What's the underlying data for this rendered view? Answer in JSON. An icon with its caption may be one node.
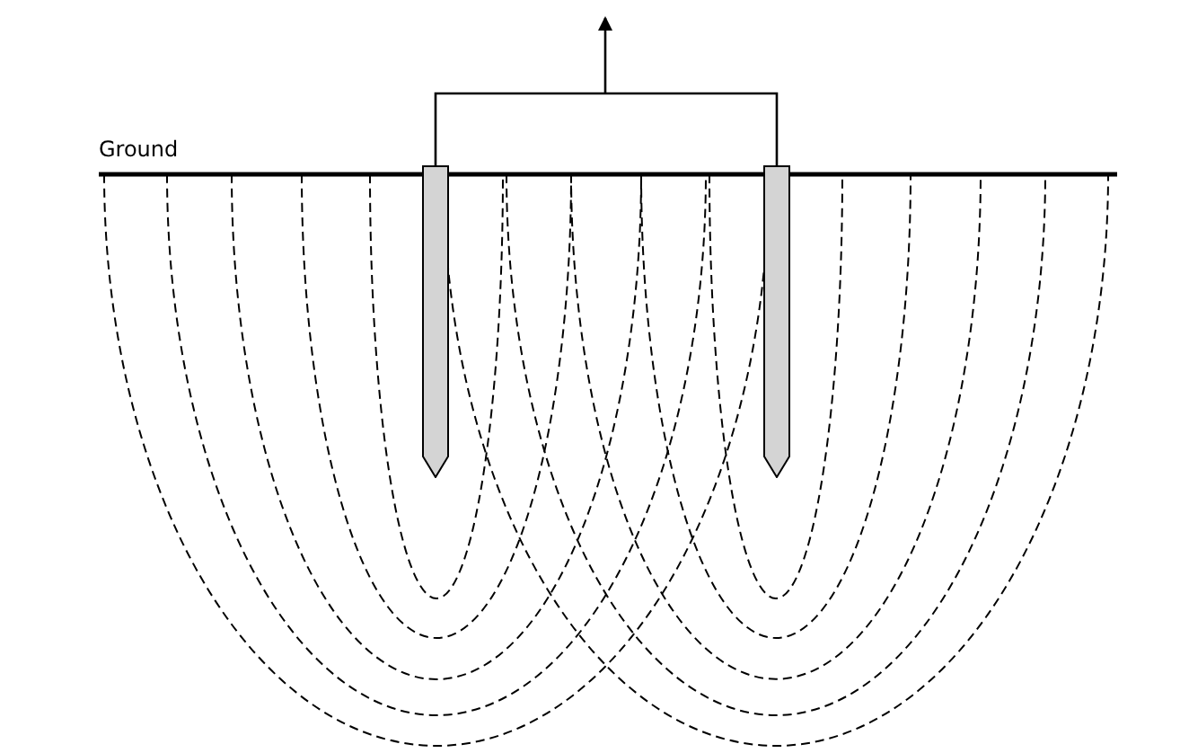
{
  "diagram": {
    "nodes": [
      {
        "text": [],
        "shape": "bar"
      },
      {
        "text": [],
        "shape": "bar"
      }
    ],
    "edges": [
      {
        "from": 0,
        "to": 1,
        "arrow": "none"
      }
    ],
    "labels": [
      "Ground"
    ]
  }
}
